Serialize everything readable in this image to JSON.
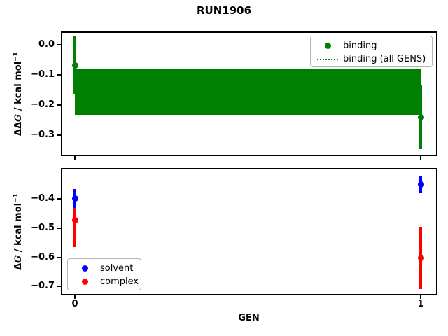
{
  "figure": {
    "title": "RUN1906",
    "xlabel": "GEN"
  },
  "colors": {
    "binding_green": "#008000",
    "solvent_blue": "#0000ff",
    "complex_red": "#ff0000"
  },
  "top_plot": {
    "ylabel": {
      "prefix": "ΔΔ",
      "g": "G",
      "rest": " / kcal mol",
      "sup": "−1"
    },
    "legend": [
      {
        "label": "binding",
        "marker": "dot",
        "color": "#008000"
      },
      {
        "label": "binding (all GENS)",
        "marker": "dotted-line",
        "color": "#008000"
      }
    ]
  },
  "bottom_plot": {
    "ylabel": {
      "prefix": "Δ",
      "g": "G",
      "rest": " / kcal mol",
      "sup": "−1"
    },
    "legend": [
      {
        "label": "solvent",
        "marker": "dot",
        "color": "#0000ff"
      },
      {
        "label": "complex",
        "marker": "dot",
        "color": "#ff0000"
      }
    ]
  },
  "chart_data": [
    {
      "type": "scatter",
      "title": "RUN1906",
      "ylabel": "ΔΔG / kcal mol⁻¹",
      "xlim": [
        -0.0385,
        1.0445
      ],
      "ylim": [
        -0.3664,
        0.0406
      ],
      "yticks": [
        0.0,
        -0.1,
        -0.2,
        -0.3
      ],
      "ytick_labels": [
        "0.0",
        "−0.1",
        "−0.2",
        "−0.3"
      ],
      "xticks": [
        0,
        1
      ],
      "xtick_labels": [
        "",
        ""
      ],
      "grid": false,
      "legend_position": "upper right",
      "series": [
        {
          "name": "binding",
          "color": "#008000",
          "marker": "o",
          "points": [
            {
              "x": 0,
              "y": -0.069,
              "err": 0.096
            },
            {
              "x": 1,
              "y": -0.24,
              "err": 0.105
            }
          ]
        },
        {
          "name": "binding (all GENS)",
          "color": "#008000",
          "style": "dotted-line-with-band",
          "band": {
            "x0": 0,
            "x1": 1,
            "ylo": -0.233,
            "yhi": -0.08
          }
        }
      ]
    },
    {
      "type": "scatter",
      "xlabel": "GEN",
      "ylabel": "ΔG / kcal mol⁻¹",
      "xlim": [
        -0.0385,
        1.0445
      ],
      "ylim": [
        -0.728,
        -0.296
      ],
      "yticks": [
        -0.4,
        -0.5,
        -0.6,
        -0.7
      ],
      "ytick_labels": [
        "−0.4",
        "−0.5",
        "−0.6",
        "−0.7"
      ],
      "xticks": [
        0,
        1
      ],
      "xtick_labels": [
        "0",
        "1"
      ],
      "grid": false,
      "legend_position": "lower left",
      "series": [
        {
          "name": "solvent",
          "color": "#0000ff",
          "marker": "o",
          "points": [
            {
              "x": 0,
              "y": -0.398,
              "err": 0.033
            },
            {
              "x": 1,
              "y": -0.35,
              "err": 0.031
            }
          ]
        },
        {
          "name": "complex",
          "color": "#ff0000",
          "marker": "o",
          "points": [
            {
              "x": 0,
              "y": -0.472,
              "err": 0.092
            },
            {
              "x": 1,
              "y": -0.602,
              "err": 0.106
            }
          ]
        }
      ]
    }
  ]
}
